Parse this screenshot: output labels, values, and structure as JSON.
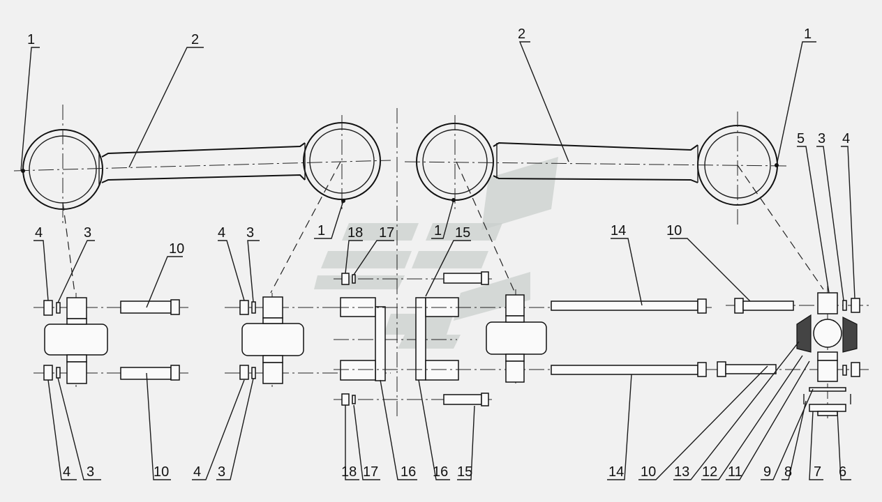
{
  "callouts": {
    "c1a": "1",
    "c2a": "2",
    "c1b": "1",
    "c1c": "1",
    "c2b": "2",
    "c1d": "1",
    "c5": "5",
    "c3a": "3",
    "c4a": "4",
    "c4b": "4",
    "c3b": "3",
    "c10a": "10",
    "c4c": "4",
    "c3c": "3",
    "c18a": "18",
    "c17a": "17",
    "c15a": "15",
    "c14a": "14",
    "c10b": "10",
    "b4a": "4",
    "b3a": "3",
    "b10a": "10",
    "b4b": "4",
    "b3b": "3",
    "b18": "18",
    "b17": "17",
    "b16a": "16",
    "b16b": "16",
    "b15": "15",
    "b14": "14",
    "b10b": "10",
    "b13": "13",
    "b12": "12",
    "b11": "11",
    "b9": "9",
    "b8": "8",
    "b7": "7",
    "b6": "6"
  },
  "colors": {
    "line": "#1a1a1a",
    "background": "#f1f1f1",
    "watermark": "#c9cfcc"
  }
}
